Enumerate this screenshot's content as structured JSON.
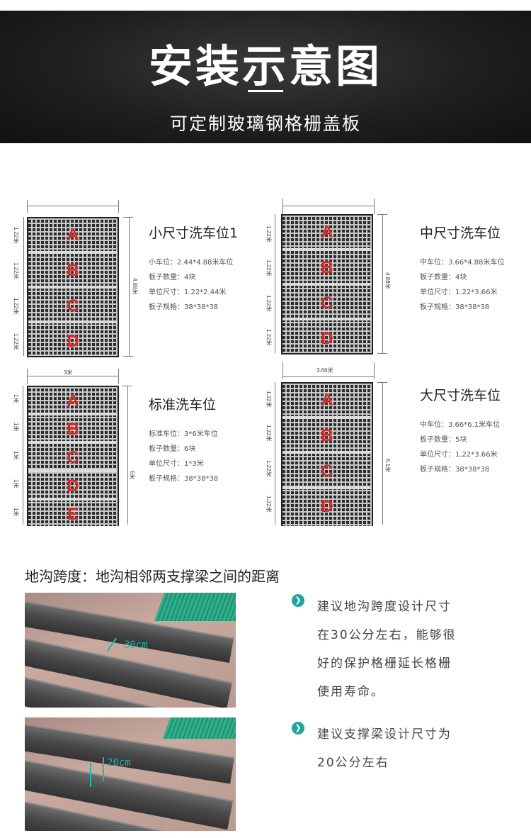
{
  "header": {
    "title": "安装示意图",
    "subtitle": "可定制玻璃钢格栅盖板"
  },
  "diagrams": [
    {
      "heading": "小尺寸洗车位1",
      "lines": [
        "小车位：2.44*4.88米车位",
        "板子数量：4块",
        "单位尺寸：1.22*2.44米",
        "板子规格：38*38*38"
      ],
      "panels": [
        "A",
        "B",
        "C",
        "D"
      ],
      "side_labels": [
        "1.22米",
        "1.22米",
        "1.22米",
        "1.22米"
      ],
      "total_label": "4.88米",
      "top_label": ""
    },
    {
      "heading": "中尺寸洗车位",
      "lines": [
        "中车位：3.66*4.88米车位",
        "板子数量：4块",
        "单位尺寸：1.22*3.66米",
        "板子规格：38*38*38"
      ],
      "panels": [
        "A",
        "B",
        "C",
        "D"
      ],
      "side_labels": [
        "1.22米",
        "1.22米",
        "1.22米",
        "1.22米"
      ],
      "total_label": "4.88米",
      "top_label": ""
    },
    {
      "heading": "标准洗车位",
      "lines": [
        "标准车位：3*6米车位",
        "板子数量：6块",
        "单位尺寸：1*3米",
        "板子规格：38*38*38"
      ],
      "panels": [
        "A",
        "B",
        "C",
        "D",
        "E"
      ],
      "side_labels": [
        "1米",
        "1米",
        "1米",
        "1米",
        "1米"
      ],
      "total_label": "6米",
      "top_label": "3米"
    },
    {
      "heading": "大尺寸洗车位",
      "lines": [
        "中车位：3.66*6.1米车位",
        "板子数量：5块",
        "单位尺寸：1.22*3.66米",
        "板子规格：38*38*38"
      ],
      "panels": [
        "A",
        "B",
        "C",
        "D"
      ],
      "side_labels": [
        "1.22米",
        "1.22米",
        "1.22米",
        "1.22米"
      ],
      "total_label": "6.1米",
      "top_label": "3.66米"
    }
  ],
  "section": {
    "title": "地沟跨度：地沟相邻两支撑梁之间的距离",
    "photo1_label": "30cm",
    "photo2_label": "20cm",
    "tip1": [
      "建议地沟跨度设计尺寸",
      "在30公分左右，能够很",
      "好的保护格栅延长格栅",
      "使用寿命。"
    ],
    "tip2": [
      "建议支撑梁设计尺寸为",
      "20公分左右"
    ]
  },
  "colors": {
    "header_bg": "#1f1f1f",
    "letter_red": "#d22a2a",
    "accent_teal": "#1fa6a0"
  }
}
